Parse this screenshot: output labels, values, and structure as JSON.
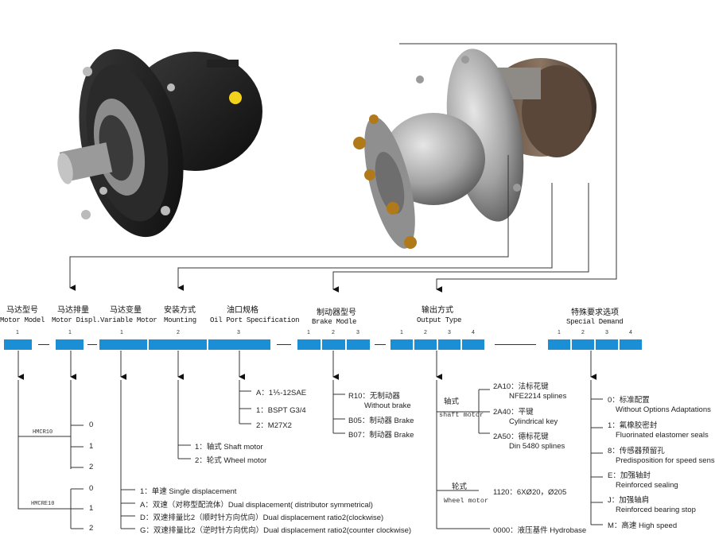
{
  "columns": [
    {
      "cn": "马达型号",
      "en": "Motor Model",
      "nums": [
        "1"
      ]
    },
    {
      "cn": "马达排量",
      "en": "Motor Displ.",
      "nums": [
        "1"
      ]
    },
    {
      "cn": "马达变量",
      "en": "Variable Motor",
      "nums": [
        "1"
      ]
    },
    {
      "cn": "安装方式",
      "en": "Mounting",
      "nums": [
        "2"
      ]
    },
    {
      "cn": "油口规格",
      "en": "Oil Port Specification",
      "nums": [
        "3"
      ]
    },
    {
      "cn": "制动器型号",
      "en": "Brake Modle",
      "nums": [
        "1",
        "2",
        "3"
      ]
    },
    {
      "cn": "输出方式",
      "en": "Output Type",
      "nums": [
        "1",
        "2",
        "3",
        "4"
      ]
    },
    {
      "cn": "特殊要求选项",
      "en": "Special Demand",
      "nums": [
        "1",
        "2",
        "3",
        "4"
      ]
    }
  ],
  "model": {
    "series_a": "HMCR10",
    "series_b": "HMCRE10",
    "displ_a": [
      "0",
      "1",
      "2"
    ],
    "displ_b": [
      "0",
      "1",
      "2"
    ]
  },
  "variable": [
    "1：单速  Single displacement",
    "A：双速（对称型配流体）Dual displacement( distributor symmetrical)",
    "D：双速排量比2（顺时针方向优向）Dual displacement ratio2(clockwise)",
    "G：双速排量比2（逆时针方向优向）Dual displacement ratio2(counter clockwise)"
  ],
  "mounting": [
    "1：轴式  Shaft motor",
    "2：轮式  Wheel motor"
  ],
  "oil_port": [
    "A：1⅕-12SAE",
    "1：BSPT  G3/4",
    "2：M27X2"
  ],
  "brake": [
    {
      "code": "R10：无制动器",
      "en": "Without brake"
    },
    {
      "code": "B05：制动器  Brake",
      "en": ""
    },
    {
      "code": "B07：制动器  Brake",
      "en": ""
    }
  ],
  "output": {
    "shaft_cn": "轴式",
    "shaft_en": "shaft motor",
    "wheel_cn": "轮式",
    "wheel_en": "Wheel motor",
    "shaft_opts": [
      {
        "code": "2A10：法标花键",
        "en": "NFE2214 splines"
      },
      {
        "code": "2A40：平键",
        "en": "Cylindrical key"
      },
      {
        "code": "2A50：德标花键",
        "en": "Din 5480 splines"
      }
    ],
    "wheel_opt": "1120：6XØ20，Ø205",
    "hydrobase": "0000：液压基件  Hydrobase"
  },
  "special": [
    {
      "code": "0：标准配置",
      "en": "Without Options Adaptations"
    },
    {
      "code": "1：氟橡胶密封",
      "en": "Fluorinated elastomer seals"
    },
    {
      "code": "8：传感器预留孔",
      "en": "Predisposition for speed sensor"
    },
    {
      "code": "E：加强轴封",
      "en": "Reinforced sealing"
    },
    {
      "code": "J：加强轴肩",
      "en": "Reinforced bearing stop"
    },
    {
      "code": "M：高速  High speed",
      "en": ""
    }
  ],
  "colors": {
    "segment": "#1a8fd6",
    "motor_body": "#1c1c1c",
    "steel": "#a8a8a8",
    "bolt": "#b07a1a",
    "cap": "#f2d21b"
  }
}
